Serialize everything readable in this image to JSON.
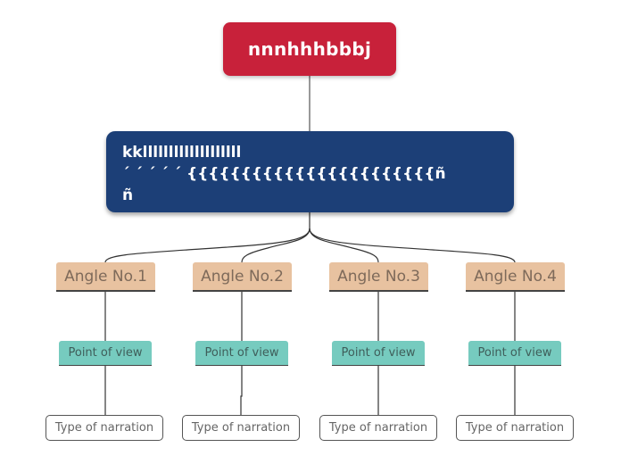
{
  "diagram": {
    "root": {
      "label": "nnnhhhbbbj",
      "color": "#c8213a"
    },
    "main_topic": {
      "line1": "kklllllllllllllllllll",
      "line2": "´ ´ ´ ´ ´ {{{{{{{{{{{{{{{{{{{{{{{ñ",
      "line3": "ñ",
      "color": "#1c3f77"
    },
    "branches": [
      {
        "angle": "Angle No.1",
        "point_of_view": "Point of view",
        "narration": "Type of narration"
      },
      {
        "angle": "Angle No.2",
        "point_of_view": "Point of view",
        "narration": "Type of narration"
      },
      {
        "angle": "Angle No.3",
        "point_of_view": "Point of view",
        "narration": "Type of narration"
      },
      {
        "angle": "Angle No.4",
        "point_of_view": "Point of view",
        "narration": "Type of narration"
      }
    ],
    "colors": {
      "angle_fill": "#e8c2a0",
      "pov_fill": "#76cbbf",
      "narration_fill": "#ffffff"
    }
  }
}
